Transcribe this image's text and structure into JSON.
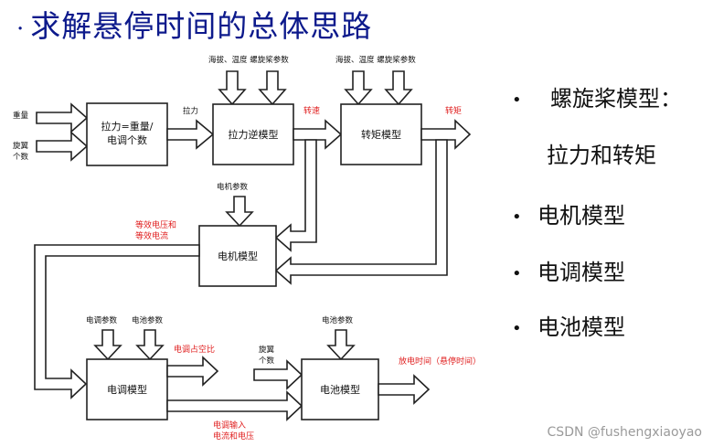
{
  "title": "求解悬停时间的总体思路",
  "title_bullet": "·",
  "diagram": {
    "boxes": {
      "lift": [
        "拉力=重量/",
        "电调个数"
      ],
      "inverse": "拉力逆模型",
      "torque": "转矩模型",
      "motor": "电机模型",
      "esc": "电调模型",
      "battery": "电池模型"
    },
    "inputs": {
      "weight": "重量",
      "rotor_count": [
        "旋翼",
        "个数"
      ],
      "prop_params_1": "海拔、温度 螺旋桨参数",
      "prop_params_2": "海拔、温度 螺旋桨参数",
      "motor_params": "电机参数",
      "esc_params": "电调参数",
      "battery_params_1": "电池参数",
      "battery_params_2": "电池参数",
      "rotor_count_2": [
        "旋翼",
        "个数"
      ]
    },
    "signals": {
      "lift": "拉力",
      "speed": "转速",
      "torque": "转矩",
      "equiv": [
        "等效电压和",
        "等效电流"
      ],
      "duty": "电调占空比",
      "esc_in": [
        "电调输入",
        "电流和电压"
      ],
      "discharge": "放电时间（悬停时间）"
    }
  },
  "bullets": [
    {
      "marker": "•",
      "text": "螺旋桨模型："
    },
    {
      "marker": "",
      "text": "拉力和转矩"
    },
    {
      "marker": "•",
      "text": "电机模型"
    },
    {
      "marker": "•",
      "text": "电调模型"
    },
    {
      "marker": "•",
      "text": "电池模型"
    }
  ],
  "watermark": "CSDN @fushengxiaoyao"
}
